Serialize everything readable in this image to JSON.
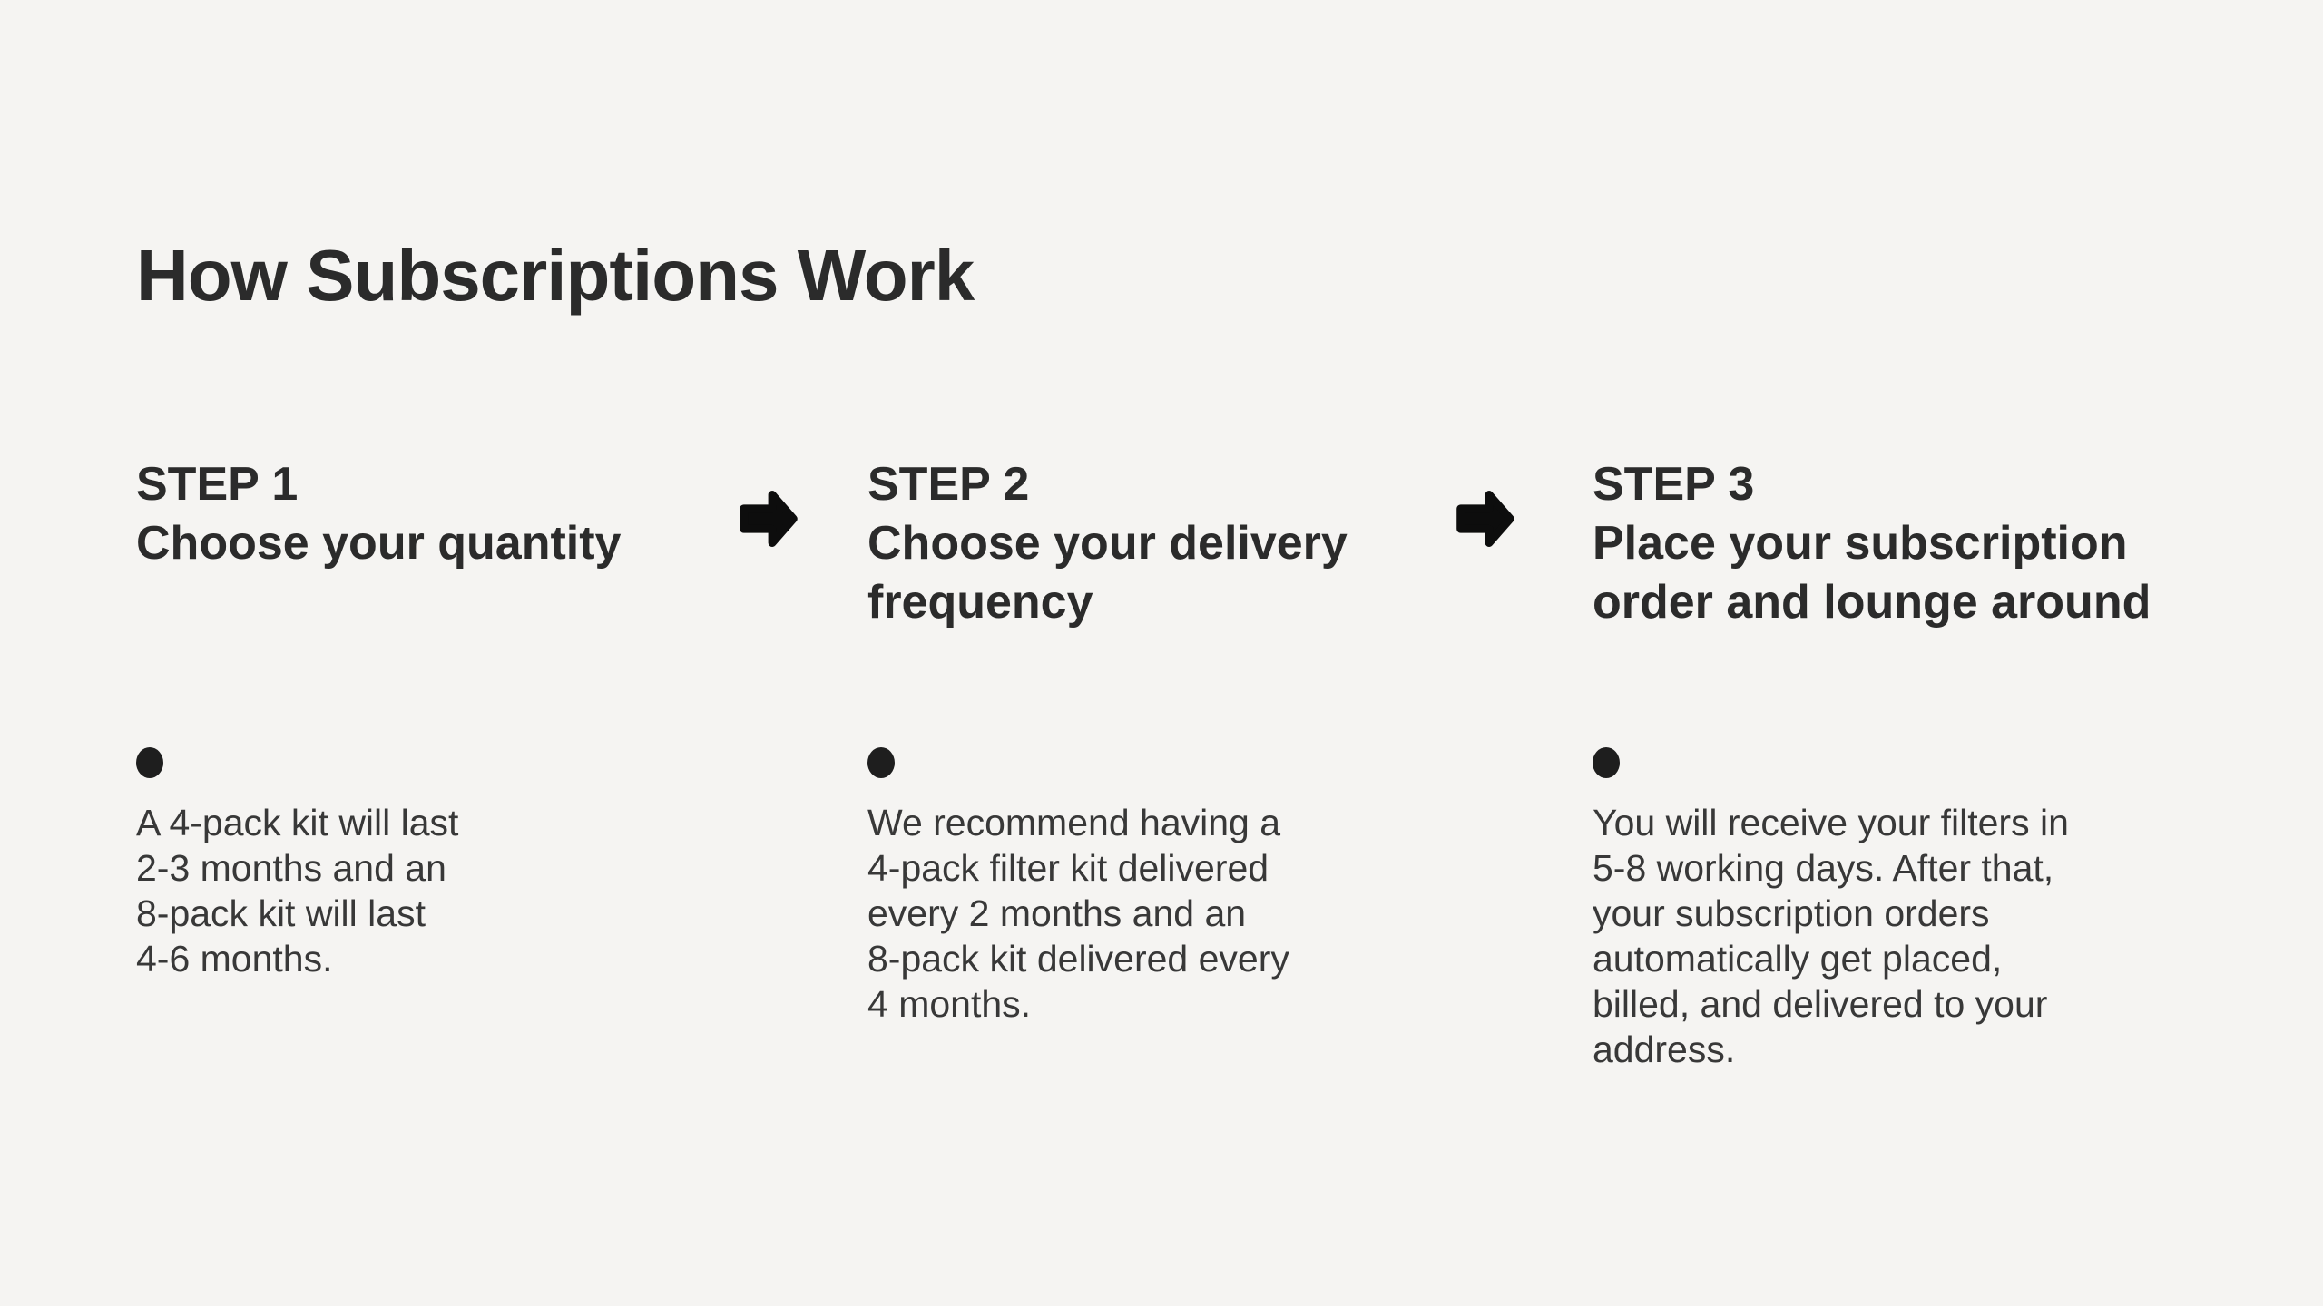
{
  "colors": {
    "background": "#f5f4f2",
    "heading_text": "#2b2b2b",
    "body_text": "#383838",
    "arrow": "#0d0d0d",
    "bullet": "#1e1e1e"
  },
  "title": "How Subscriptions Work",
  "steps": [
    {
      "label": "STEP 1",
      "heading": "Choose your quantity",
      "body": "A 4-pack kit will last\n2-3 months and an\n8-pack kit will last\n4-6 months."
    },
    {
      "label": "STEP 2",
      "heading": "Choose your delivery\nfrequency",
      "body": "We recommend having a\n4-pack filter kit delivered\nevery 2 months and an\n8-pack kit delivered every\n4 months."
    },
    {
      "label": "STEP 3",
      "heading": "Place your subscription\norder and lounge around",
      "body": "You will receive your filters in\n5-8 working days.  After that,\nyour subscription orders\nautomatically get placed,\nbilled, and delivered to your\naddress."
    }
  ],
  "icons": {
    "arrow_1": "right-arrow",
    "arrow_2": "right-arrow"
  }
}
